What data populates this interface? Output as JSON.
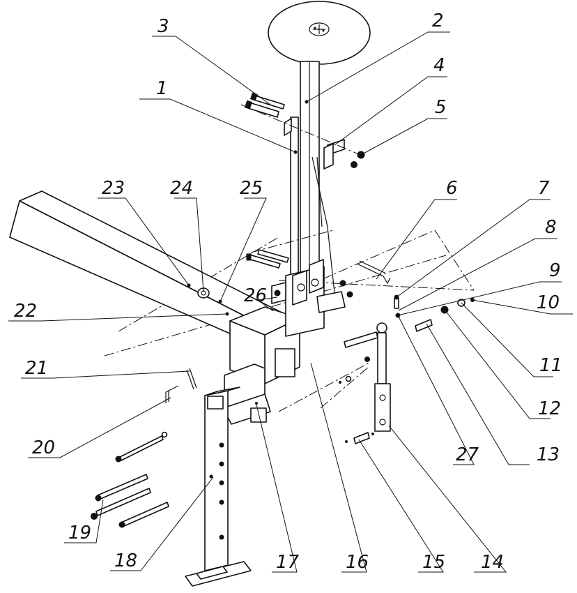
{
  "labels": {
    "1": "1",
    "2": "2",
    "3": "3",
    "4": "4",
    "5": "5",
    "6": "6",
    "7": "7",
    "8": "8",
    "9": "9",
    "10": "10",
    "11": "11",
    "12": "12",
    "13": "13",
    "14": "14",
    "15": "15",
    "16": "16",
    "17": "17",
    "18": "18",
    "19": "19",
    "20": "20",
    "21": "21",
    "22": "22",
    "23": "23",
    "24": "24",
    "25": "25",
    "26": "26",
    "27": "27"
  }
}
